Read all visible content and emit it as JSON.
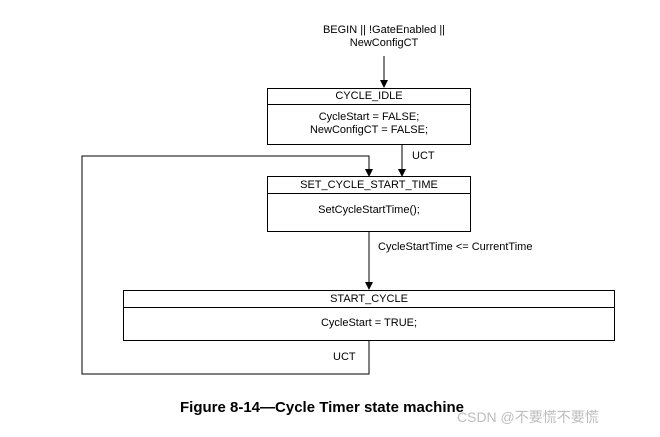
{
  "entry_condition": [
    "BEGIN || !GateEnabled ||",
    "NewConfigCT"
  ],
  "states": {
    "cycle_idle": {
      "name": "CYCLE_IDLE",
      "actions": [
        "CycleStart = FALSE;",
        "NewConfigCT = FALSE;"
      ]
    },
    "set_cycle_start_time": {
      "name": "SET_CYCLE_START_TIME",
      "actions": [
        "SetCycleStartTime();"
      ]
    },
    "start_cycle": {
      "name": "START_CYCLE",
      "actions": [
        "CycleStart = TRUE;"
      ]
    }
  },
  "transitions": {
    "idle_to_set": "UCT",
    "set_to_start": "CycleStartTime <= CurrentTime",
    "start_loop": "UCT"
  },
  "caption": "Figure 8-14—Cycle Timer state machine",
  "watermark": "CSDN @不要慌不要慌"
}
